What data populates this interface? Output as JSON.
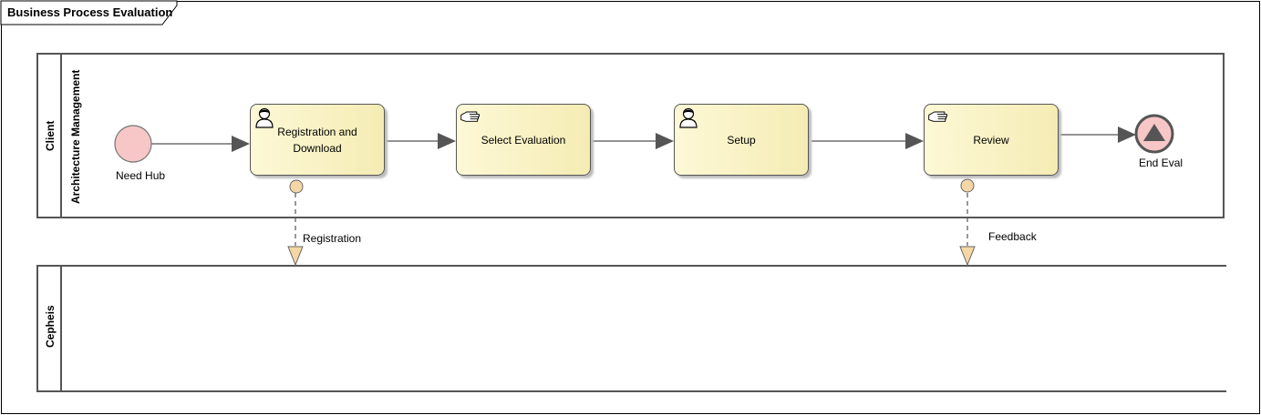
{
  "diagram": {
    "title": "Business Process Evaluation"
  },
  "pools": {
    "client": {
      "label": "Client",
      "lane_label": "Architecture Management"
    },
    "cepheis": {
      "label": "Cepheis"
    }
  },
  "events": {
    "start": {
      "label": "Need Hub",
      "fill": "#f7c6c6"
    },
    "end": {
      "label": "End Eval",
      "fill": "#f7c6c6",
      "marker": "#555555"
    }
  },
  "tasks": [
    {
      "label": "Registration and Download",
      "icon": "user-icon"
    },
    {
      "label": "Select Evaluation",
      "icon": "manual-hand-icon"
    },
    {
      "label": "Setup",
      "icon": "user-icon"
    },
    {
      "label": "Review",
      "icon": "manual-hand-icon"
    }
  ],
  "message_flows": [
    {
      "label": "Registration"
    },
    {
      "label": "Feedback"
    }
  ],
  "colors": {
    "task_fill": "#f7efc0",
    "message_marker": "#f5d7a6",
    "line": "#555555"
  }
}
